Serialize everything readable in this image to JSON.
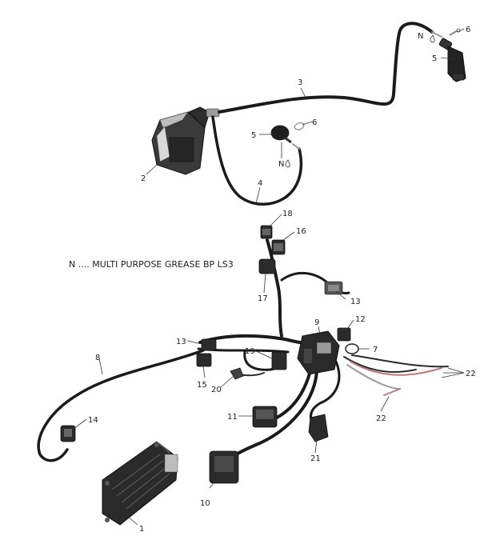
{
  "note": "N .... MULTI PURPOSE GREASE BP LS3",
  "callouts": {
    "c1": "1",
    "c2": "2",
    "c3": "3",
    "c4": "4",
    "c5a": "5",
    "c5b": "5",
    "c6a": "6",
    "c6b": "6",
    "c7": "7",
    "c8": "8",
    "c9": "9",
    "c10": "10",
    "c11": "11",
    "c12": "12",
    "c13a": "13",
    "c13b": "13",
    "c14": "14",
    "c15": "15",
    "c16": "16",
    "c17": "17",
    "c18": "18",
    "c19": "19",
    "c20": "20",
    "c21": "21",
    "c22a": "22",
    "c22b": "22",
    "nA": "N",
    "nB": "N"
  }
}
